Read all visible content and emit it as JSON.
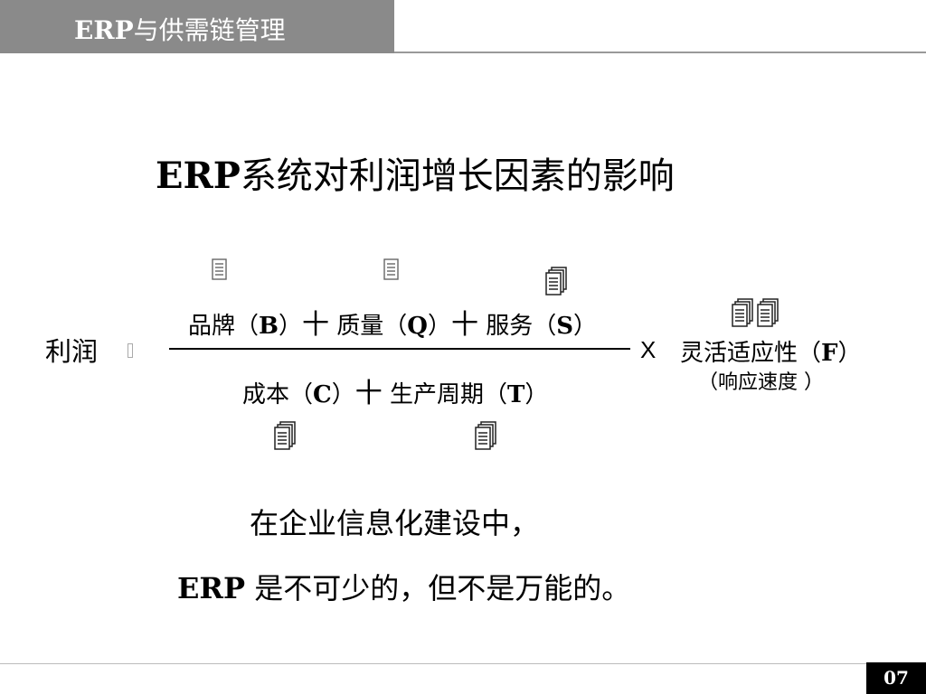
{
  "header": {
    "title_latin": "ERP",
    "title_cjk": "与供需链管理"
  },
  "slide": {
    "title_latin": "ERP",
    "title_cjk": "系统对利润增长因素的影响"
  },
  "formula": {
    "profit_label": "利润",
    "numerator": {
      "brand": "品牌（",
      "brand_code": "B",
      "brand_close": "）",
      "plus1": "十",
      "quality": "质量（",
      "quality_code": "Q",
      "quality_close": "）",
      "plus2": "十",
      "service": "服务（",
      "service_code": "S",
      "service_close": "）"
    },
    "denominator": {
      "cost": "成本（",
      "cost_code": "C",
      "cost_close": "）",
      "plus": "十",
      "cycle": "生产周期（",
      "cycle_code": "T",
      "cycle_close": "）"
    },
    "times": "X",
    "flexibility": "灵活适应性（",
    "flexibility_code": "F",
    "flexibility_close": "）",
    "flexibility_sub": "（响应速度 ）"
  },
  "statement": {
    "line1": "在企业信息化建设中，",
    "line2_latin": "ERP",
    "line2_cjk": " 是不可少的，但不是万能的。"
  },
  "footer": {
    "page_number": "07"
  },
  "icons": {
    "up": "document-up-icon",
    "down": "document-down-icon"
  }
}
